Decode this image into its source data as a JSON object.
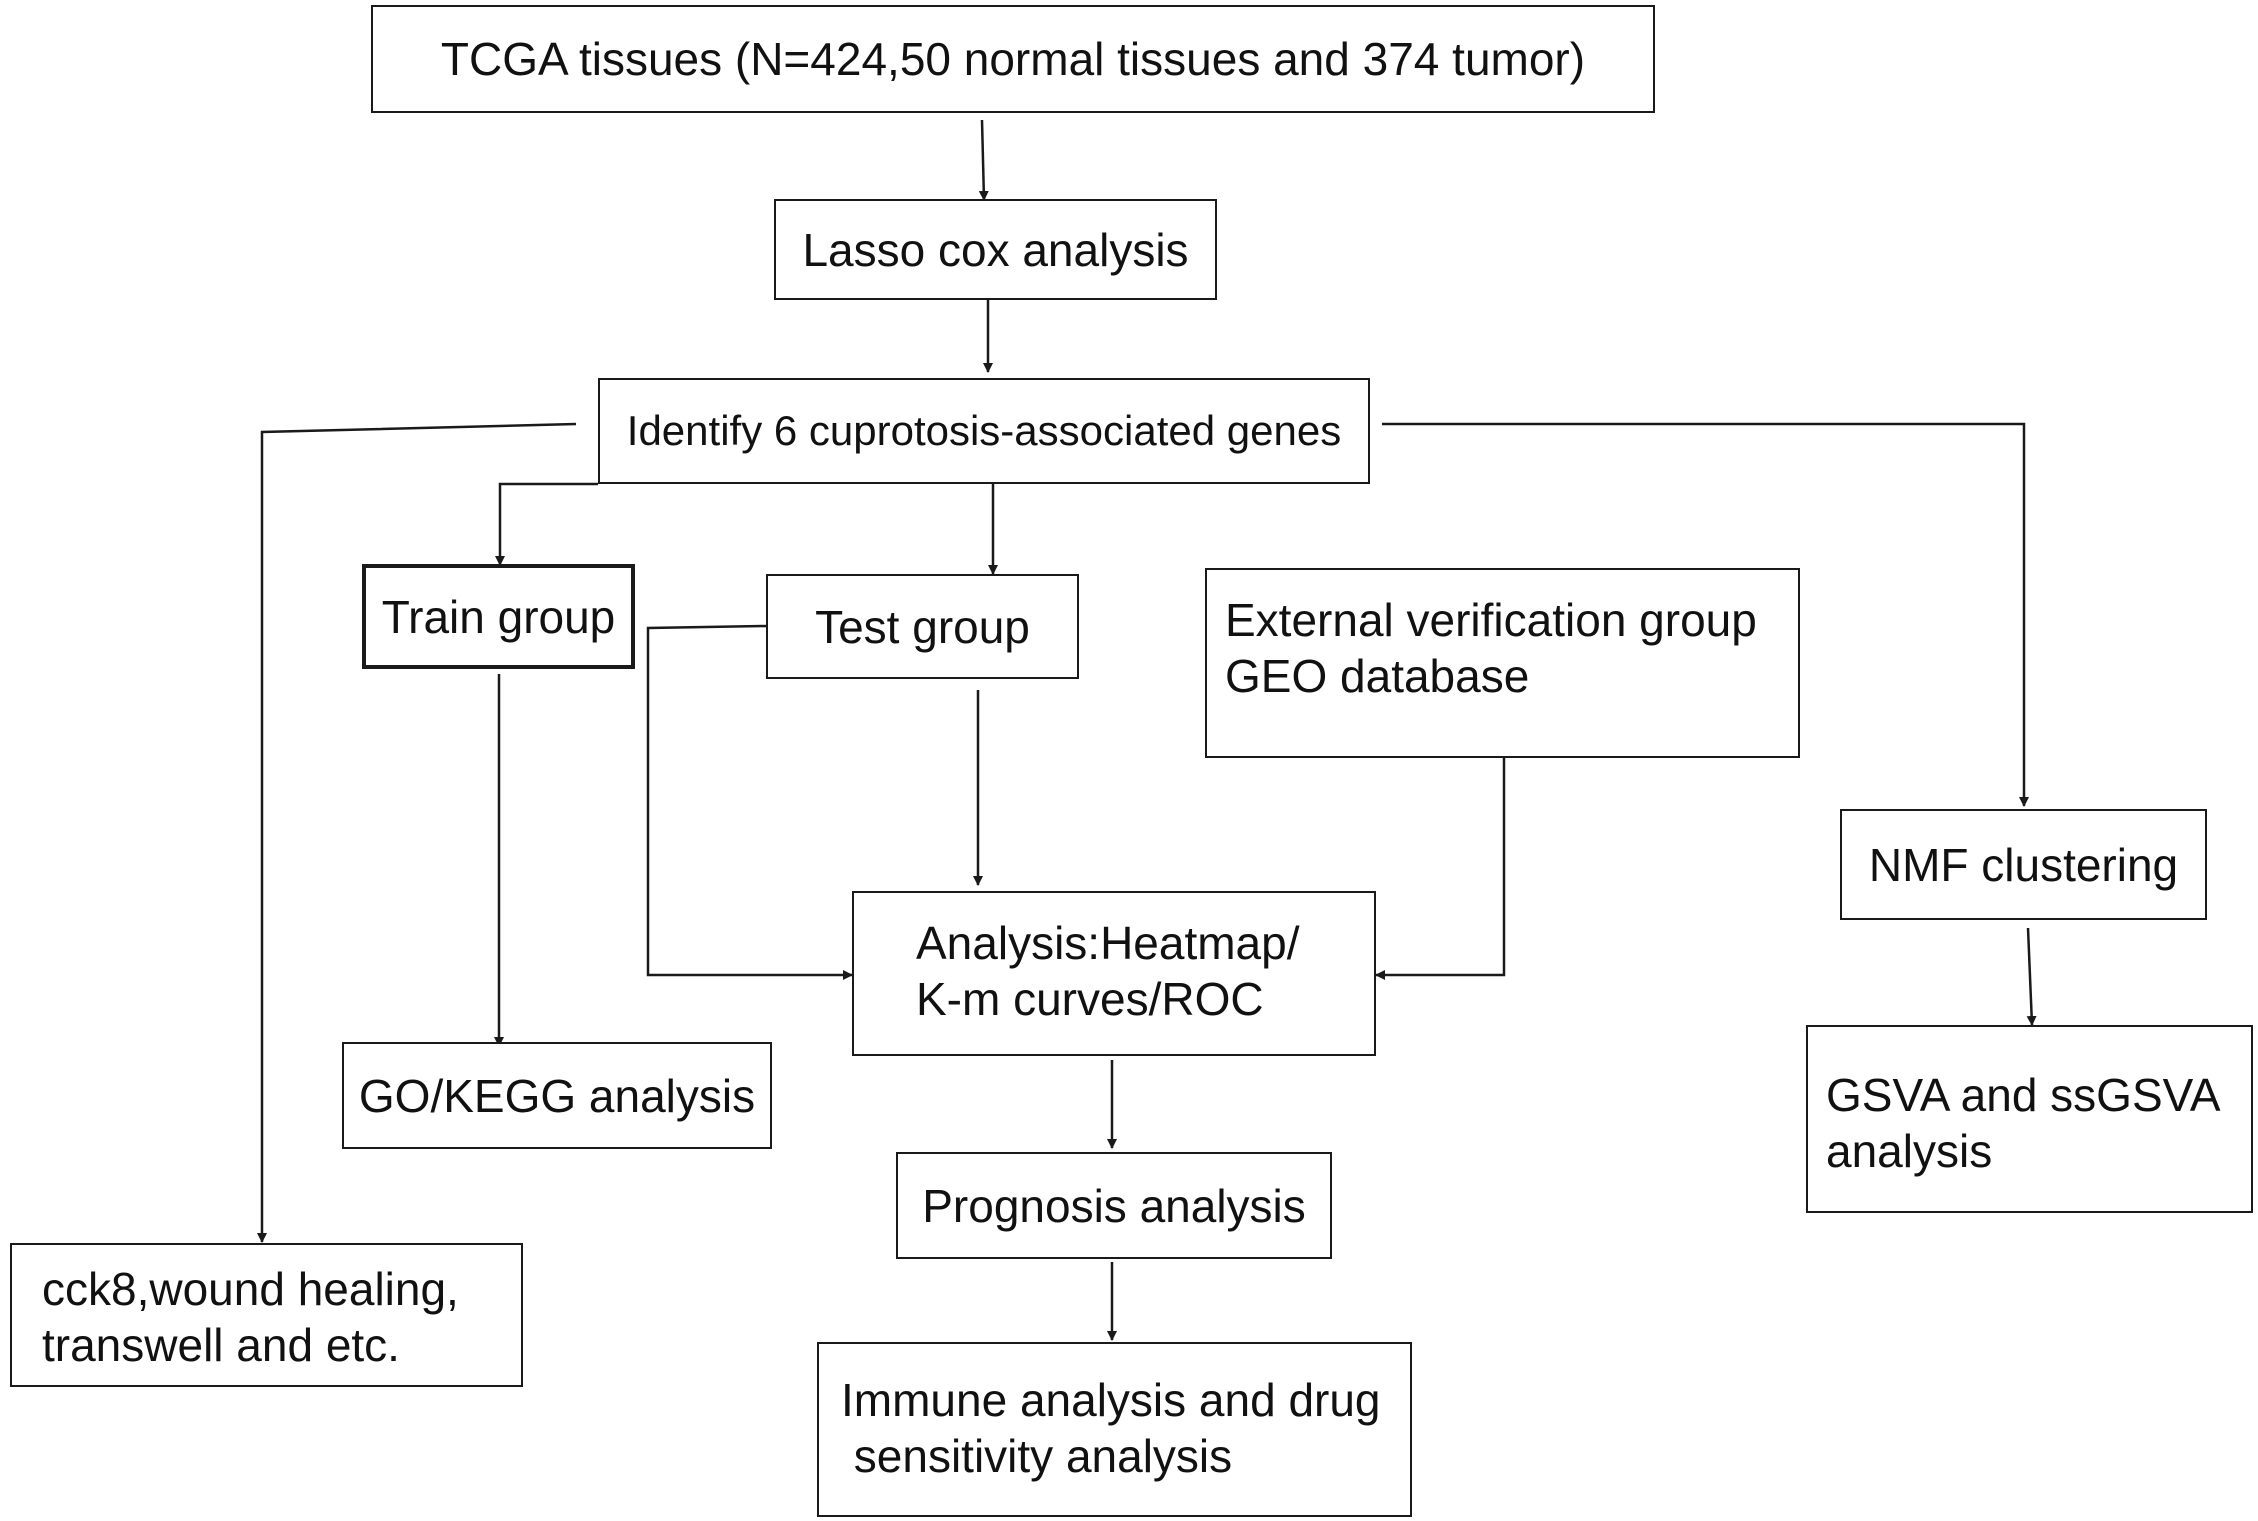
{
  "nodes": {
    "tcga": {
      "text": "TCGA tissues (N=424,50 normal tissues and 374 tumor)"
    },
    "lasso": {
      "text": "Lasso cox analysis"
    },
    "identify": {
      "text": "Identify 6 cuprotosis-associated genes"
    },
    "train": {
      "text": "Train group"
    },
    "test": {
      "text": "Test group"
    },
    "external": {
      "lines": [
        "External verification group",
        "GEO database"
      ]
    },
    "nmf": {
      "text": "NMF clustering"
    },
    "analysis": {
      "lines": [
        "Analysis:Heatmap/",
        "K-m curves/ROC"
      ]
    },
    "gokegg": {
      "text": "GO/KEGG analysis"
    },
    "gsva": {
      "lines": [
        "GSVA and ssGSVA",
        "analysis"
      ]
    },
    "prognosis": {
      "text": "Prognosis analysis"
    },
    "cck8": {
      "lines": [
        "cck8,wound healing,",
        "transwell and etc."
      ]
    },
    "immune": {
      "lines": [
        "Immune analysis and drug",
        " sensitivity analysis"
      ]
    }
  },
  "colors": {
    "stroke": "#1a1a1a",
    "fill": "#ffffff",
    "text": "#111111"
  }
}
